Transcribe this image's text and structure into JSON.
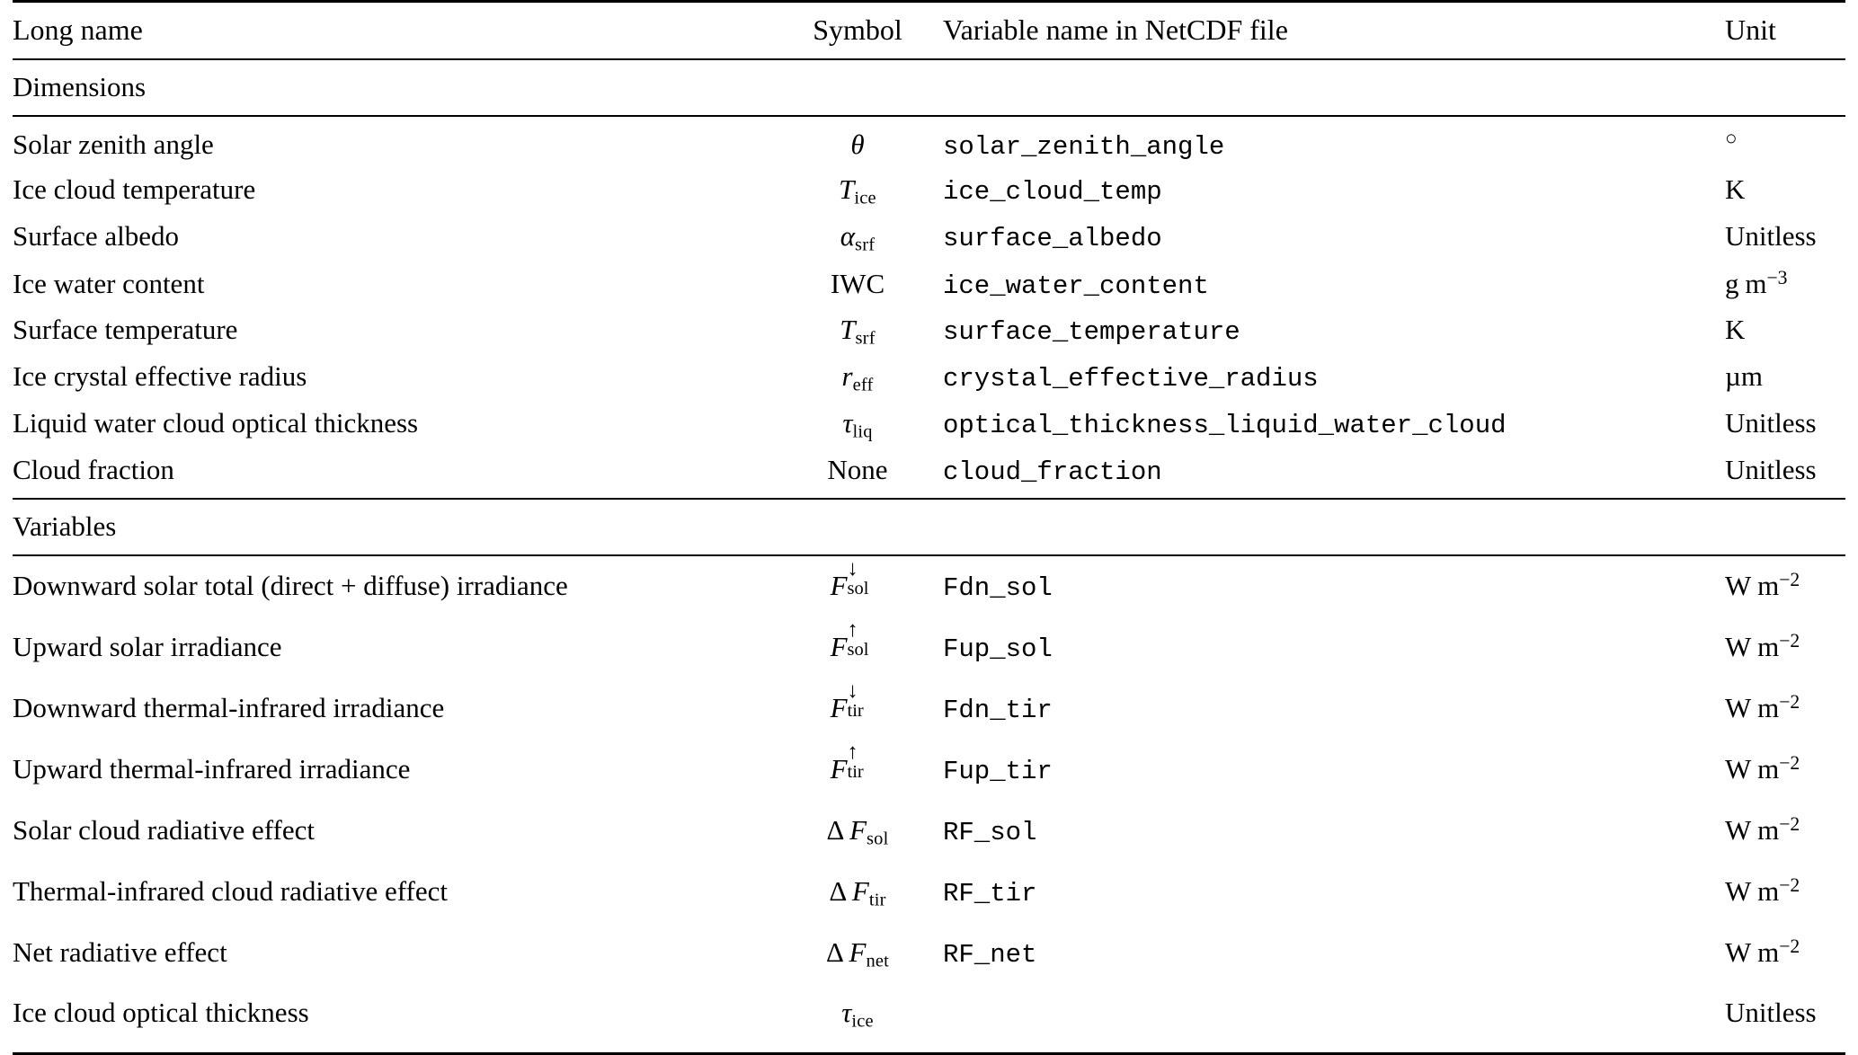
{
  "table": {
    "columns": [
      {
        "key": "long_name",
        "label": "Long name",
        "align": "left"
      },
      {
        "key": "symbol",
        "label": "Symbol",
        "align": "center"
      },
      {
        "key": "variable_name",
        "label": "Variable name in NetCDF file",
        "align": "left"
      },
      {
        "key": "unit",
        "label": "Unit",
        "align": "left"
      }
    ],
    "sections": [
      {
        "title": "Dimensions",
        "rows": [
          {
            "long_name": "Solar zenith angle",
            "symbol_text": "θ",
            "symbol_base": "θ",
            "symbol_sub": "",
            "variable_name": "solar_zenith_angle",
            "unit_text": "°"
          },
          {
            "long_name": "Ice cloud temperature",
            "symbol_text": "T_ice",
            "symbol_base": "T",
            "symbol_sub": "ice",
            "variable_name": "ice_cloud_temp",
            "unit_text": "K"
          },
          {
            "long_name": "Surface albedo",
            "symbol_text": "α_srf",
            "symbol_base": "α",
            "symbol_sub": "srf",
            "variable_name": "surface_albedo",
            "unit_text": "Unitless"
          },
          {
            "long_name": "Ice water content",
            "symbol_text": "IWC",
            "symbol_base": "IWC",
            "symbol_sub": "",
            "variable_name": "ice_water_content",
            "unit_text": "g m⁻³"
          },
          {
            "long_name": "Surface temperature",
            "symbol_text": "T_srf",
            "symbol_base": "T",
            "symbol_sub": "srf",
            "variable_name": "surface_temperature",
            "unit_text": "K"
          },
          {
            "long_name": "Ice crystal effective radius",
            "symbol_text": "r_eff",
            "symbol_base": "r",
            "symbol_sub": "eff",
            "variable_name": "crystal_effective_radius",
            "unit_text": "µm"
          },
          {
            "long_name": "Liquid water cloud optical thickness",
            "symbol_text": "τ_liq",
            "symbol_base": "τ",
            "symbol_sub": "liq",
            "variable_name": "optical_thickness_liquid_water_cloud",
            "unit_text": "Unitless"
          },
          {
            "long_name": "Cloud fraction",
            "symbol_text": "None",
            "symbol_base": "None",
            "symbol_sub": "",
            "variable_name": "cloud_fraction",
            "unit_text": "Unitless"
          }
        ]
      },
      {
        "title": "Variables",
        "rows": [
          {
            "long_name": "Downward solar total (direct + diffuse) irradiance",
            "symbol_text": "F↓_sol",
            "symbol_base": "F",
            "symbol_sup": "↓",
            "symbol_sub": "sol",
            "variable_name": "Fdn_sol",
            "unit_text": "W m⁻²"
          },
          {
            "long_name": "Upward solar irradiance",
            "symbol_text": "F↑_sol",
            "symbol_base": "F",
            "symbol_sup": "↑",
            "symbol_sub": "sol",
            "variable_name": "Fup_sol",
            "unit_text": "W m⁻²"
          },
          {
            "long_name": "Downward thermal-infrared irradiance",
            "symbol_text": "F↓_tir",
            "symbol_base": "F",
            "symbol_sup": "↓",
            "symbol_sub": "tir",
            "variable_name": "Fdn_tir",
            "unit_text": "W m⁻²"
          },
          {
            "long_name": "Upward thermal-infrared irradiance",
            "symbol_text": "F↑_tir",
            "symbol_base": "F",
            "symbol_sup": "↑",
            "symbol_sub": "tir",
            "variable_name": "Fup_tir",
            "unit_text": "W m⁻²"
          },
          {
            "long_name": "Solar cloud radiative effect",
            "symbol_text": "ΔF_sol",
            "symbol_base": "ΔF",
            "symbol_sup": "",
            "symbol_sub": "sol",
            "variable_name": "RF_sol",
            "unit_text": "W m⁻²"
          },
          {
            "long_name": "Thermal-infrared cloud radiative effect",
            "symbol_text": "ΔF_tir",
            "symbol_base": "ΔF",
            "symbol_sup": "",
            "symbol_sub": "tir",
            "variable_name": "RF_tir",
            "unit_text": "W m⁻²"
          },
          {
            "long_name": "Net radiative effect",
            "symbol_text": "ΔF_net",
            "symbol_base": "ΔF",
            "symbol_sup": "",
            "symbol_sub": "net",
            "variable_name": "RF_net",
            "unit_text": "W m⁻²"
          },
          {
            "long_name": "Ice cloud optical thickness",
            "symbol_text": "τ_ice",
            "symbol_base": "τ",
            "symbol_sup": "",
            "symbol_sub": "ice",
            "variable_name": "",
            "unit_text": "Unitless"
          }
        ]
      }
    ]
  }
}
